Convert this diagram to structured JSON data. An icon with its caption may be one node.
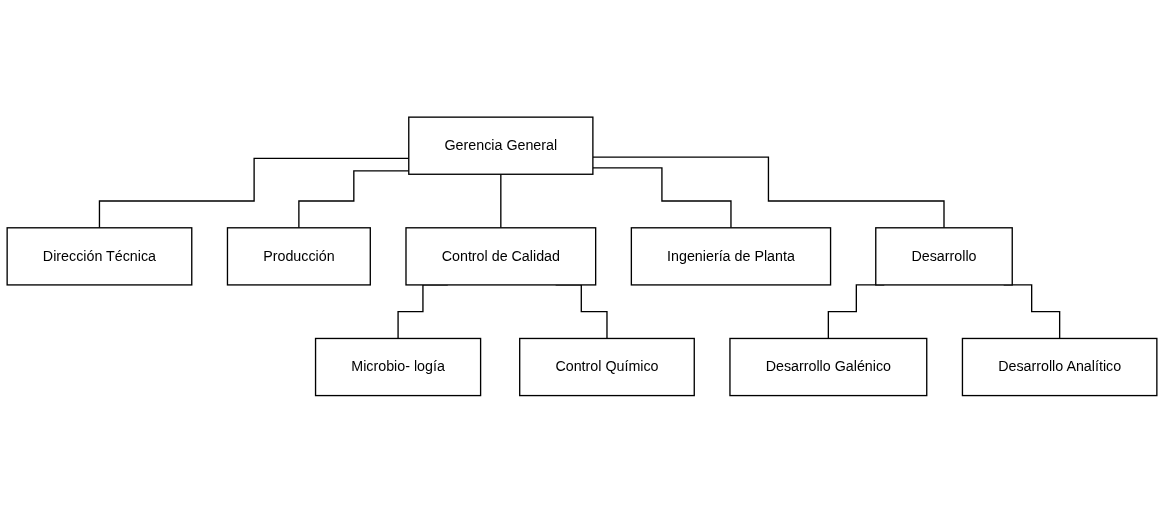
{
  "diagram": {
    "nodes": [
      {
        "text": [
          "Gerencia General"
        ]
      },
      {
        "text": [
          "Dirección Técnica"
        ]
      },
      {
        "text": [
          "Producción"
        ]
      },
      {
        "text": [
          "Control de Calidad"
        ]
      },
      {
        "text": [
          "Ingeniería de Planta"
        ]
      },
      {
        "text": [
          "Desarrollo"
        ]
      },
      {
        "text": [
          "Microbio- logía"
        ]
      },
      {
        "text": [
          "Control Químico"
        ]
      },
      {
        "text": [
          "Desarrollo Galénico"
        ]
      },
      {
        "text": [
          "Desarrollo Analítico"
        ]
      }
    ],
    "edges": [
      {
        "from": 0,
        "to": 1,
        "arrow": "none"
      },
      {
        "from": 0,
        "to": 2,
        "arrow": "none"
      },
      {
        "from": 0,
        "to": 3,
        "arrow": "none"
      },
      {
        "from": 0,
        "to": 4,
        "arrow": "none"
      },
      {
        "from": 0,
        "to": 5,
        "arrow": "none"
      },
      {
        "from": 3,
        "to": 6,
        "arrow": "none"
      },
      {
        "from": 3,
        "to": 7,
        "arrow": "none"
      },
      {
        "from": 5,
        "to": 8,
        "arrow": "none"
      },
      {
        "from": 5,
        "to": 9,
        "arrow": "none"
      }
    ]
  }
}
